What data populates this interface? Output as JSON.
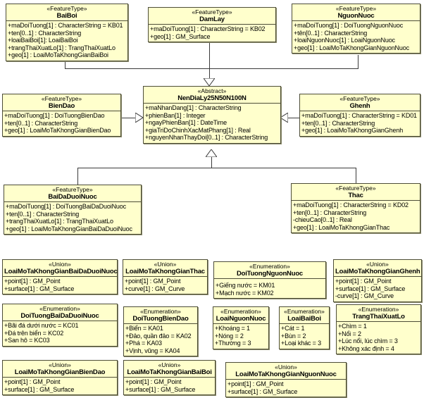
{
  "diagram": {
    "colors": {
      "box_fill": "#ffffcc",
      "box_border": "#4d4d38",
      "connector_line": "#3a3a3a"
    },
    "generalizations": [
      "BaiBoi → NenDiaLy25N50N100N",
      "DamLay → NenDiaLy25N50N100N",
      "NguonNuoc → NenDiaLy25N50N100N",
      "BienDao → NenDiaLy25N50N100N",
      "Ghenh → NenDiaLy25N50N100N",
      "BaiDaDuoiNuoc → NenDiaLy25N50N100N",
      "Thac → NenDiaLy25N50N100N"
    ],
    "classes": [
      {
        "stereotype": "«FeatureType»",
        "name": "BaiBoi",
        "attributes": [
          "+maDoiTuong[1] : CharacterString = KB01",
          "+ten[0..1] : CharacterString",
          "+loaiBaiBoi[1]: LoaiBaiBoi",
          "+trangThaiXuatLo[1] : TrangThaiXuatLo",
          "+geo[1] : LoaiMoTaKhongGianBaiBoi"
        ]
      },
      {
        "stereotype": "«FeatureType»",
        "name": "DamLay",
        "attributes": [
          "+maDoiTuong[1] : CharacterString = KB02",
          "+geo[1] : GM_Surface"
        ]
      },
      {
        "stereotype": "«FeatureType»",
        "name": "NguonNuoc",
        "attributes": [
          "+maDoiTuong[1] : DoiTuongNguonNuoc",
          "+tên[0..1] : CharacterString",
          "+loaiNguonNuoc[1] : LoaiNguonNuoc",
          "+geo[1] : LoaiMoTaKhongGianNguonNuoc"
        ]
      },
      {
        "stereotype": "«FeatureType»",
        "name": "BienDao",
        "attributes": [
          "+maDoiTuong[1] : DoiTuongBienDao",
          "+ten[0..1] : CharacterString",
          "+geo[1] : LoaiMoTaKhongGianBienDao"
        ]
      },
      {
        "stereotype": "«Abstract»",
        "name": "NenDiaLy25N50N100N",
        "attributes": [
          "+maNhanDang[1] : CharacterString",
          "+phienBan[1] : Integer",
          "+ngayPhienBan[1] : DateTime",
          "+giaTriDoChinhXacMatPhang[1] : Real",
          "+nguyenNhanThayDoi[0..1] : CharacterString"
        ]
      },
      {
        "stereotype": "«FeatureType»",
        "name": "Ghenh",
        "attributes": [
          "+maDoiTuong[1] : CharacterString = KD01",
          "+ten[0..1] : CharacterString",
          "+geo[1] : LoaiMoTaKhongGianGhenh"
        ]
      },
      {
        "stereotype": "«FeatureType»",
        "name": "BaiDaDuoiNuoc",
        "attributes": [
          "+maDoiTuong[1] : DoiTuongBaiDaDuoiNuoc",
          "+ten[0..1] : CharacterString",
          "+trangThaiXuatLo[1] : TrangThaiXuatLo",
          "+geo[1] : LoaiMoTaKhongGianBaiDaDuoiNuoc"
        ]
      },
      {
        "stereotype": "«FeatureType»",
        "name": "Thac",
        "attributes": [
          "+maDoiTuong[1] : CharacterString = KD02",
          "+ten[0..1] : CharacterString",
          "-chieuCao[0..1] : Real",
          "+geo[1] : LoaiMoTaKhongGianThac"
        ]
      },
      {
        "stereotype": "«Union»",
        "name": "LoaiMoTaKhongGianBaiDaDuoiNuoc",
        "attributes": [
          "+point[1] : GM_Point",
          "+surface[1] : GM_Surface"
        ]
      },
      {
        "stereotype": "«Union»",
        "name": "LoaiMoTaKhongGianThac",
        "attributes": [
          "+point[1] : GM_Point",
          "+curve[1] : GM_Curve"
        ]
      },
      {
        "stereotype": "«Enumeration»",
        "name": "DoiTuongNguonNuoc",
        "attributes": [
          "+Giếng nước = KM01",
          "+Mạch nước = KM02"
        ]
      },
      {
        "stereotype": "«Union»",
        "name": "LoaiMoTaKhongGianGhenh",
        "attributes": [
          "+point[1] : GM_Point",
          "+surface[1] : GM_Surface",
          "-curve[1] : GM_Curve"
        ]
      },
      {
        "stereotype": "«Enumeration»",
        "name": "DoiTuongBaiDaDuoiNuoc",
        "attributes": [
          "+Bãi đá dưới nước = KC01",
          "+Đá trên biển = KC02",
          "+San hô = KC03"
        ]
      },
      {
        "stereotype": "«Enumeration»",
        "name": "DoiTuongBienDao",
        "attributes": [
          "+Biển = KA01",
          "+Đảo, quần đảo = KA02",
          "+Phá = KA03",
          "+Vịnh, vũng = KA04"
        ]
      },
      {
        "stereotype": "«Enumeration»",
        "name": "LoaiNguonNuoc",
        "attributes": [
          "+Khoáng = 1",
          "+Nóng = 2",
          "+Thường = 3"
        ]
      },
      {
        "stereotype": "«Enumeration»",
        "name": "LoaiBaiBoi",
        "attributes": [
          "+Cát = 1",
          "+Bùn = 2",
          "+Loại khác = 3"
        ]
      },
      {
        "stereotype": "«Enumeration»",
        "name": "TrangThaiXuatLo",
        "attributes": [
          "+Chìm = 1",
          "+Nổi = 2",
          "+Lúc nổi, lúc chìm = 3",
          "+Không xác định = 4"
        ]
      },
      {
        "stereotype": "«Union»",
        "name": "LoaiMoTaKhongGianBienDao",
        "attributes": [
          "+point[1] : GM_Point",
          "+surface[1] : GM_Surface"
        ]
      },
      {
        "stereotype": "«Union»",
        "name": "LoaiMoTaKhongGianBaiBoi",
        "attributes": [
          "+point[1] : GM_Point",
          "+surface[1] : GM_Surface"
        ]
      },
      {
        "stereotype": "«Union»",
        "name": "LoaiMoTaKhongGianNguonNuoc",
        "attributes": [
          "+point[1] : GM_Point",
          "+surface[1] : GM_Surface"
        ]
      }
    ]
  }
}
